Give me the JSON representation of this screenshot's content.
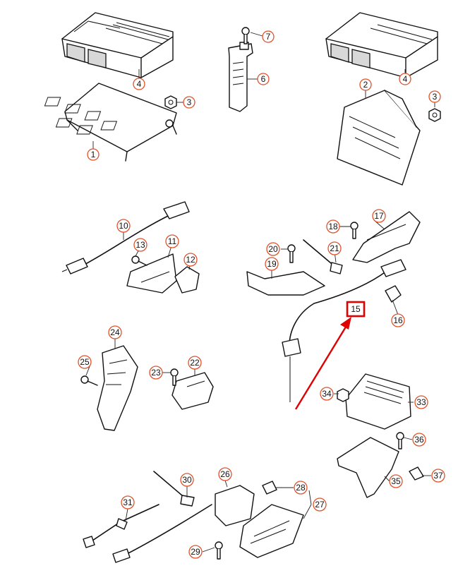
{
  "callouts": {
    "c1": "1",
    "c2": "2",
    "c3a": "3",
    "c3b": "3",
    "c4a": "4",
    "c4b": "4",
    "c6": "6",
    "c7": "7",
    "c10": "10",
    "c11": "11",
    "c12": "12",
    "c13": "13",
    "c15": "15",
    "c16": "16",
    "c17": "17",
    "c18": "18",
    "c19": "19",
    "c20": "20",
    "c21": "21",
    "c22": "22",
    "c23": "23",
    "c24": "24",
    "c25": "25",
    "c26": "26",
    "c27": "27",
    "c28": "28",
    "c29": "29",
    "c30": "30",
    "c31": "31",
    "c33": "33",
    "c34": "34",
    "c35": "35",
    "c36": "36",
    "c37": "37"
  },
  "highlight": {
    "part_number": "15",
    "color": "#e00000"
  },
  "colors": {
    "callout_ring": "#e0522a",
    "line": "#111111",
    "arrow": "#e00000"
  }
}
